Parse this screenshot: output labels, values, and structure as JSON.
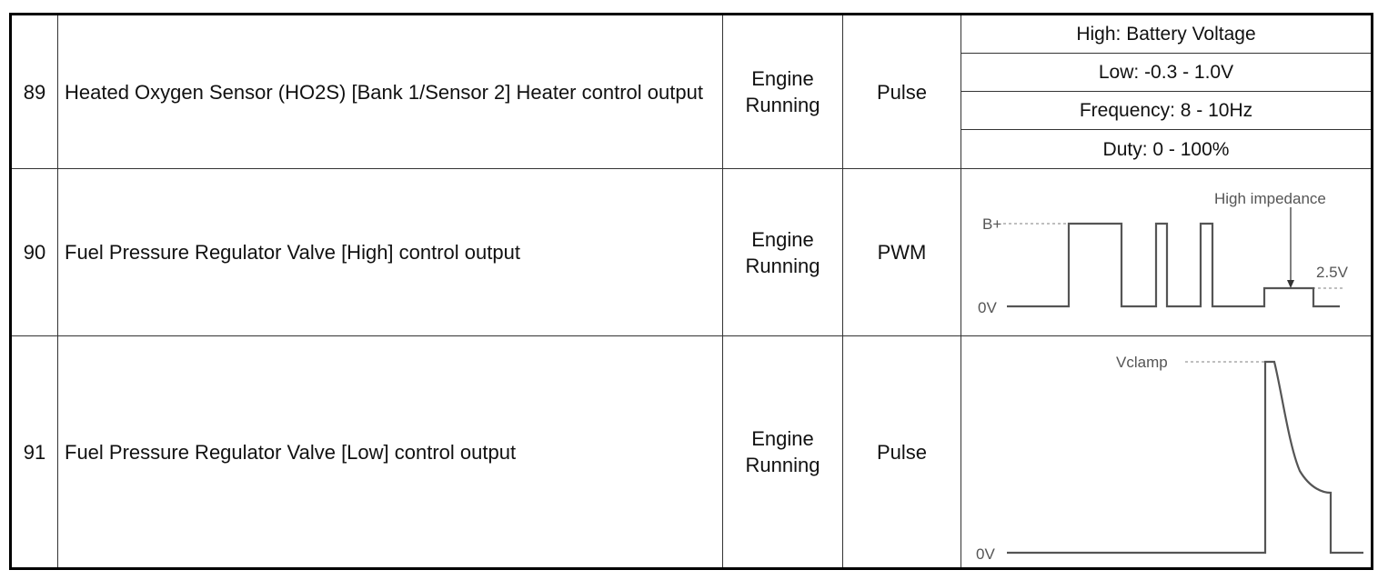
{
  "rows": [
    {
      "no": "89",
      "name": "Heated Oxygen Sensor (HO2S) [Bank 1/Sensor 2] Heater control output",
      "condition": "Engine Running",
      "type": "Pulse",
      "spec": [
        "High: Battery Voltage",
        "Low: -0.3 - 1.0V",
        "Frequency: 8 - 10Hz",
        "Duty: 0 - 100%"
      ]
    },
    {
      "no": "90",
      "name": "Fuel Pressure Regulator Valve [High] control output",
      "condition": "Engine Running",
      "type": "PWM",
      "waveform": {
        "label_high": "B+",
        "label_low": "0V",
        "label_impedance": "High impedance",
        "label_mid": "2.5V"
      }
    },
    {
      "no": "91",
      "name": "Fuel Pressure Regulator Valve [Low] control output",
      "condition": "Engine Running",
      "type": "Pulse",
      "waveform": {
        "label_clamp": "Vclamp",
        "label_low": "0V"
      }
    }
  ],
  "colors": {
    "border": "#000000",
    "grid": "#333333",
    "trace": "#555555",
    "dashed": "#888888"
  }
}
